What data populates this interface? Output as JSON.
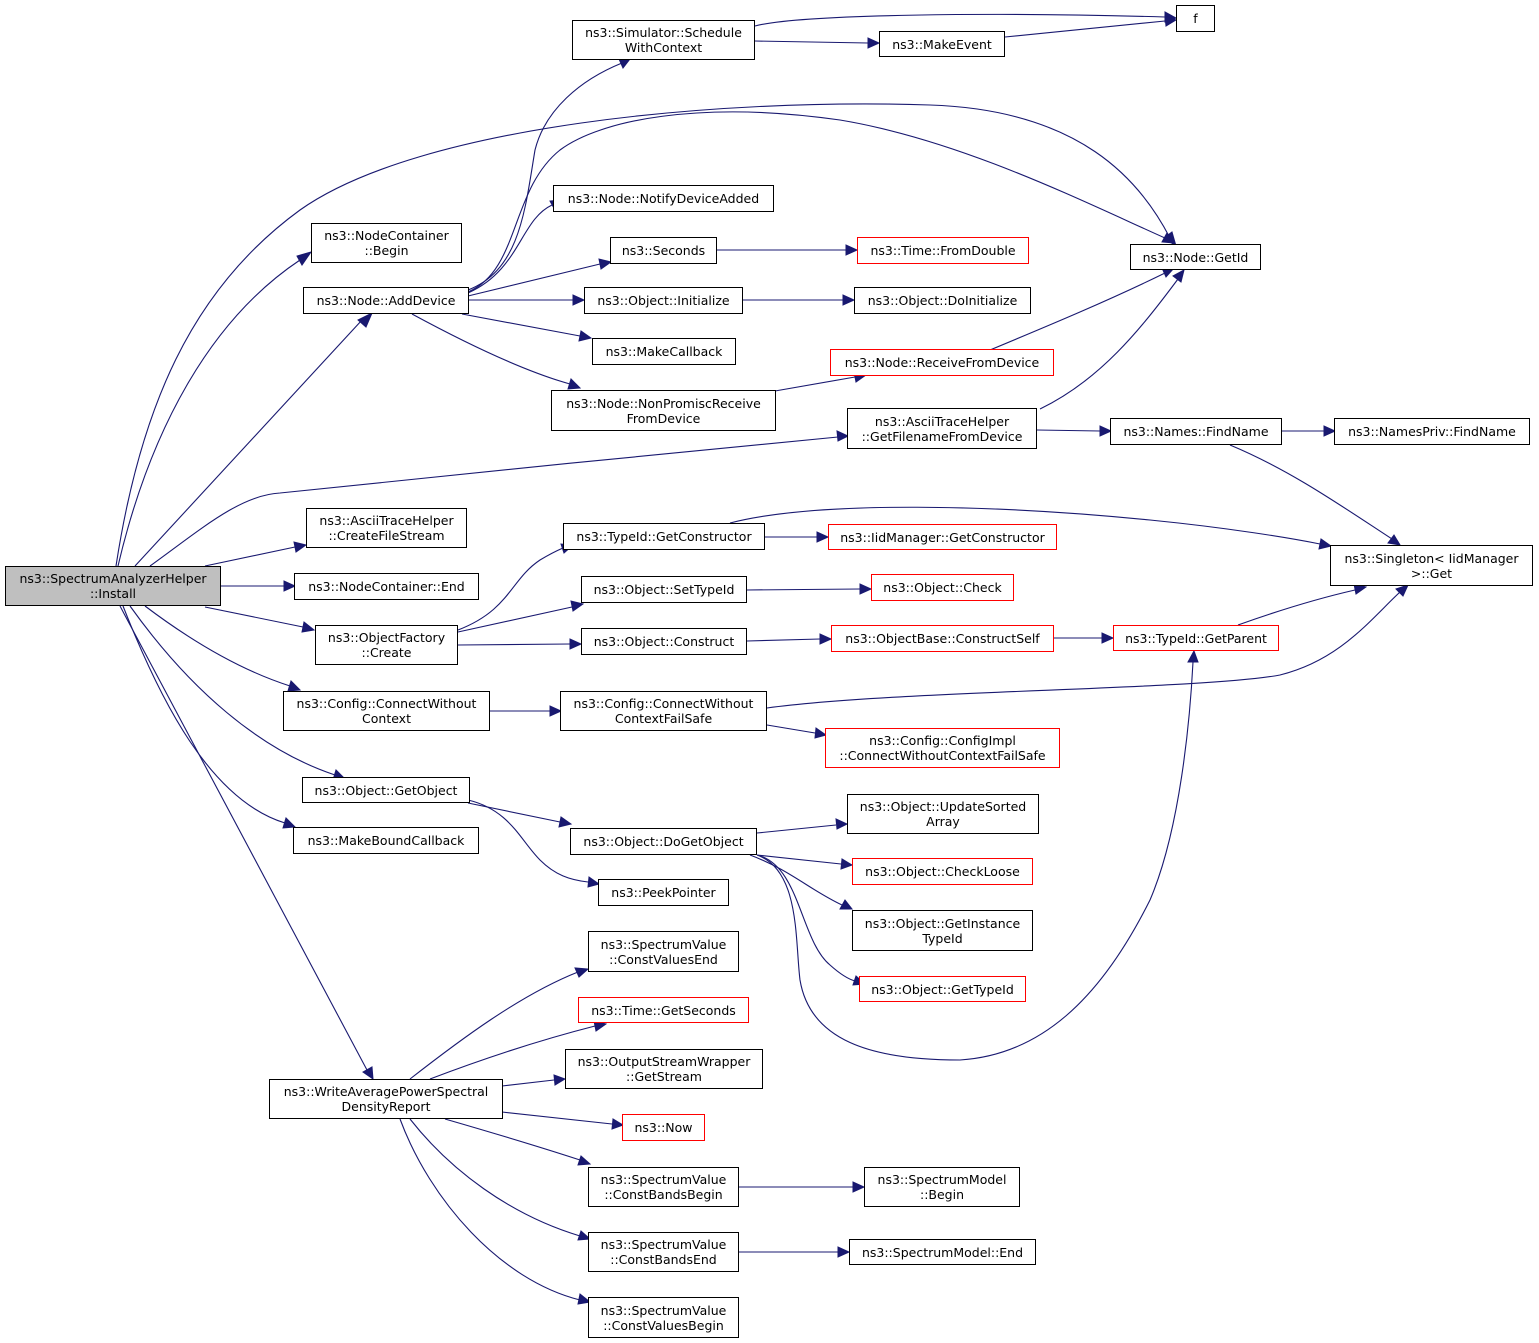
{
  "colors": {
    "edge": "#191970",
    "border": "#000000",
    "border_undocumented": "#ff0000",
    "root_fill": "#bfbfbf"
  },
  "nodes": {
    "install": {
      "lines": [
        "ns3::SpectrumAnalyzerHelper",
        "::Install"
      ],
      "root": true
    },
    "nc_begin": {
      "lines": [
        "ns3::NodeContainer",
        "::Begin"
      ]
    },
    "add_device": {
      "lines": [
        "ns3::Node::AddDevice"
      ]
    },
    "create_file_stream": {
      "lines": [
        "ns3::AsciiTraceHelper",
        "::CreateFileStream"
      ]
    },
    "nc_end": {
      "lines": [
        "ns3::NodeContainer::End"
      ]
    },
    "of_create": {
      "lines": [
        "ns3::ObjectFactory",
        "::Create"
      ]
    },
    "connect_without_ctx": {
      "lines": [
        "ns3::Config::ConnectWithout",
        "Context"
      ]
    },
    "get_object": {
      "lines": [
        "ns3::Object::GetObject"
      ]
    },
    "make_bound_cb": {
      "lines": [
        "ns3::MakeBoundCallback"
      ]
    },
    "write_report": {
      "lines": [
        "ns3::WriteAveragePowerSpectral",
        "DensityReport"
      ]
    },
    "schedule_ctx": {
      "lines": [
        "ns3::Simulator::Schedule",
        "WithContext"
      ]
    },
    "notify_added": {
      "lines": [
        "ns3::Node::NotifyDeviceAdded"
      ]
    },
    "seconds": {
      "lines": [
        "ns3::Seconds"
      ]
    },
    "obj_initialize": {
      "lines": [
        "ns3::Object::Initialize"
      ]
    },
    "make_callback": {
      "lines": [
        "ns3::MakeCallback"
      ]
    },
    "nonpromisc": {
      "lines": [
        "ns3::Node::NonPromiscReceive",
        "FromDevice"
      ]
    },
    "get_constructor": {
      "lines": [
        "ns3::TypeId::GetConstructor"
      ]
    },
    "set_type_id": {
      "lines": [
        "ns3::Object::SetTypeId"
      ]
    },
    "obj_construct": {
      "lines": [
        "ns3::Object::Construct"
      ]
    },
    "connect_failsafe": {
      "lines": [
        "ns3::Config::ConnectWithout",
        "ContextFailSafe"
      ]
    },
    "do_get_object": {
      "lines": [
        "ns3::Object::DoGetObject"
      ]
    },
    "peek_pointer": {
      "lines": [
        "ns3::PeekPointer"
      ]
    },
    "sv_const_values_end": {
      "lines": [
        "ns3::SpectrumValue",
        "::ConstValuesEnd"
      ]
    },
    "time_get_seconds": {
      "lines": [
        "ns3::Time::GetSeconds"
      ],
      "red": true
    },
    "osw_get_stream": {
      "lines": [
        "ns3::OutputStreamWrapper",
        "::GetStream"
      ]
    },
    "now": {
      "lines": [
        "ns3::Now"
      ],
      "red": true
    },
    "sv_const_bands_begin": {
      "lines": [
        "ns3::SpectrumValue",
        "::ConstBandsBegin"
      ]
    },
    "sv_const_bands_end": {
      "lines": [
        "ns3::SpectrumValue",
        "::ConstBandsEnd"
      ]
    },
    "sv_const_values_begin": {
      "lines": [
        "ns3::SpectrumValue",
        "::ConstValuesBegin"
      ]
    },
    "make_event": {
      "lines": [
        "ns3::MakeEvent"
      ]
    },
    "f": {
      "lines": [
        "f"
      ]
    },
    "from_double": {
      "lines": [
        "ns3::Time::FromDouble"
      ],
      "red": true
    },
    "do_initialize": {
      "lines": [
        "ns3::Object::DoInitialize"
      ]
    },
    "receive_from_device": {
      "lines": [
        "ns3::Node::ReceiveFromDevice"
      ],
      "red": true
    },
    "get_filename": {
      "lines": [
        "ns3::AsciiTraceHelper",
        "::GetFilenameFromDevice"
      ]
    },
    "node_get_id": {
      "lines": [
        "ns3::Node::GetId"
      ]
    },
    "iid_get_constructor": {
      "lines": [
        "ns3::IidManager::GetConstructor"
      ],
      "red": true
    },
    "obj_check": {
      "lines": [
        "ns3::Object::Check"
      ],
      "red": true
    },
    "construct_self": {
      "lines": [
        "ns3::ObjectBase::ConstructSelf"
      ],
      "red": true
    },
    "config_impl_connect": {
      "lines": [
        "ns3::Config::ConfigImpl",
        "::ConnectWithoutContextFailSafe"
      ],
      "red": true
    },
    "update_sorted": {
      "lines": [
        "ns3::Object::UpdateSorted",
        "Array"
      ]
    },
    "check_loose": {
      "lines": [
        "ns3::Object::CheckLoose"
      ],
      "red": true
    },
    "get_instance_tid": {
      "lines": [
        "ns3::Object::GetInstance",
        "TypeId"
      ]
    },
    "obj_get_type_id": {
      "lines": [
        "ns3::Object::GetTypeId"
      ],
      "red": true
    },
    "sm_begin": {
      "lines": [
        "ns3::SpectrumModel",
        "::Begin"
      ]
    },
    "sm_end": {
      "lines": [
        "ns3::SpectrumModel::End"
      ]
    },
    "names_find": {
      "lines": [
        "ns3::Names::FindName"
      ]
    },
    "names_priv_find": {
      "lines": [
        "ns3::NamesPriv::FindName"
      ]
    },
    "typeid_get_parent": {
      "lines": [
        "ns3::TypeId::GetParent"
      ],
      "red": true
    },
    "singleton_get": {
      "lines": [
        "ns3::Singleton< IidManager",
        ">::Get"
      ]
    }
  }
}
